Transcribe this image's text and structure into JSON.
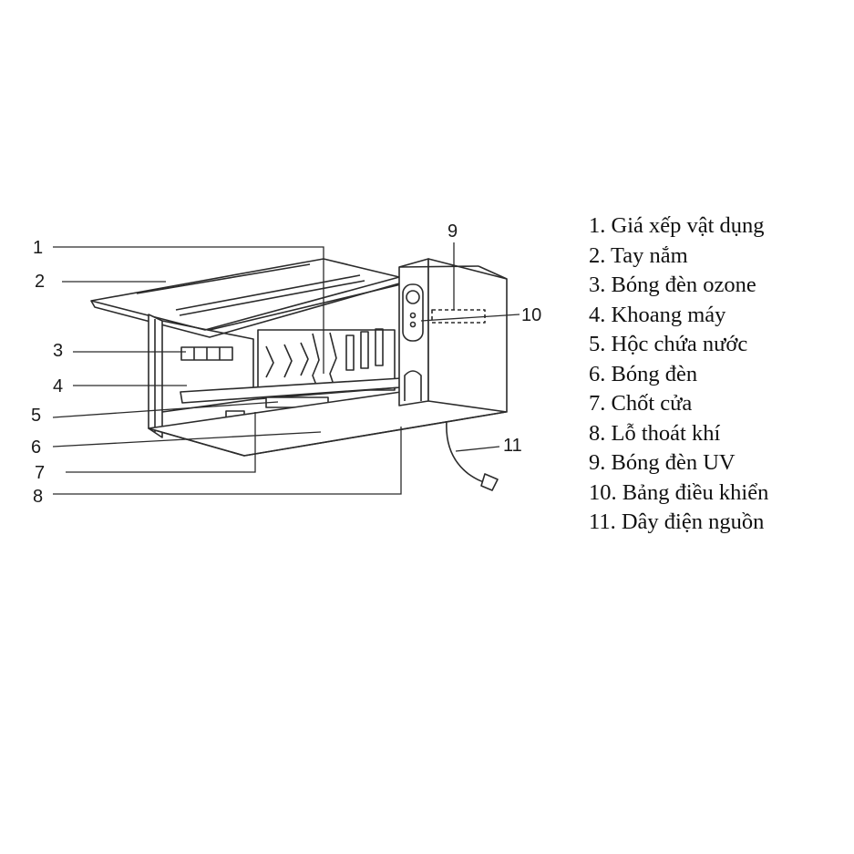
{
  "callouts": [
    "1",
    "2",
    "3",
    "4",
    "5",
    "6",
    "7",
    "8",
    "9",
    "10",
    "11"
  ],
  "legend": [
    "1. Giá xếp vật dụng",
    "2. Tay nắm",
    "3. Bóng đèn ozone",
    "4. Khoang máy",
    "5. Hộc chứa nước",
    "6. Bóng đèn",
    "7. Chốt cửa",
    "8. Lỗ thoát khí",
    "9. Bóng đèn UV",
    "10. Bảng điều khiển",
    "11. Dây điện nguồn"
  ],
  "colors": {
    "line": "#2b2b2b",
    "text": "#111111",
    "background": "#ffffff",
    "shade": "#e6e6e6"
  }
}
